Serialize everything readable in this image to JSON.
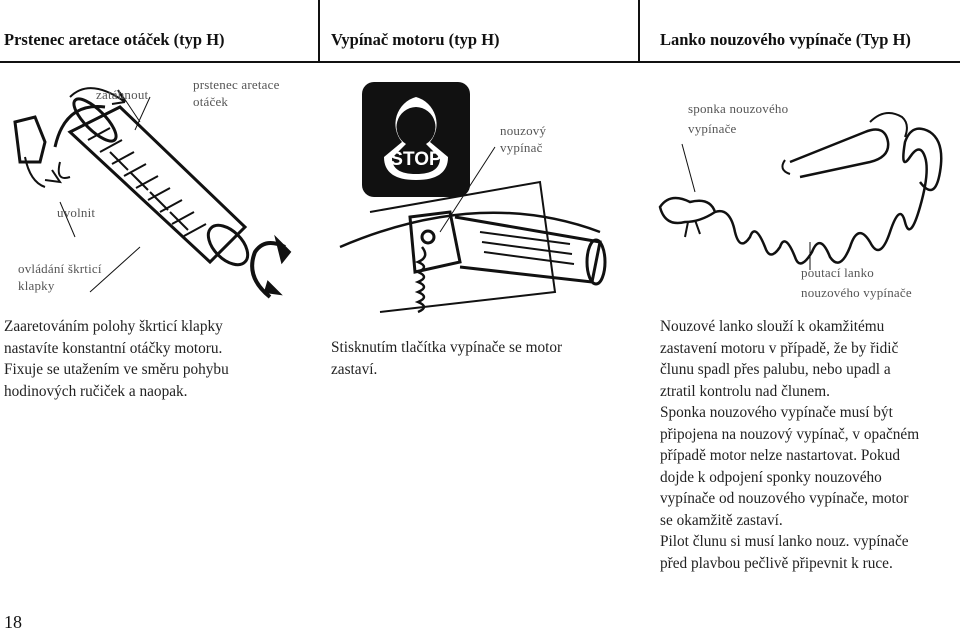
{
  "headers": {
    "col1": "Prstenec aretace otáček (typ H)",
    "col2": "Vypínač motoru (typ H)",
    "col3": "Lanko nouzového vypínače (Typ H)"
  },
  "figure1": {
    "label_tighten": "zatáhnout",
    "label_ring_line1": "prstenec aretace",
    "label_ring_line2": "otáček",
    "label_loosen": "uvolnit",
    "label_throttle_line1": "ovládání škrticí",
    "label_throttle_line2": "klapky"
  },
  "figure2": {
    "stop_text": "STOP",
    "label_switch_line1": "nouzový",
    "label_switch_line2": "vypínač"
  },
  "figure3": {
    "label_clip_line1": "sponka nouzového",
    "label_clip_line2": "vypínače",
    "label_lanyard_line1": "poutací lanko",
    "label_lanyard_line2": "nouzového vypínače"
  },
  "text": {
    "col1": [
      "Zaaretováním polohy škrticí klapky",
      "nastavíte konstantní otáčky motoru.",
      "Fixuje se utažením ve směru pohybu",
      "hodinových ručiček a naopak."
    ],
    "col2": [
      "Stisknutím tlačítka vypínače se motor",
      "zastaví."
    ],
    "col3": [
      "Nouzové lanko slouží k okamžitému",
      "zastavení motoru v případě, že by řidič",
      "člunu spadl přes palubu, nebo upadl a",
      "ztratil kontrolu nad člunem.",
      "Sponka nouzového vypínače musí být",
      "připojena na nouzový vypínač, v opačném",
      "případě motor nelze nastartovat. Pokud",
      "dojde k odpojení sponky nouzového",
      "vypínače od nouzového vypínače, motor",
      "se okamžitě zastaví.",
      "Pilot člunu si musí lanko nouz. vypínače",
      "před plavbou pečlivě připevnit k ruce."
    ]
  },
  "page_number": "18"
}
